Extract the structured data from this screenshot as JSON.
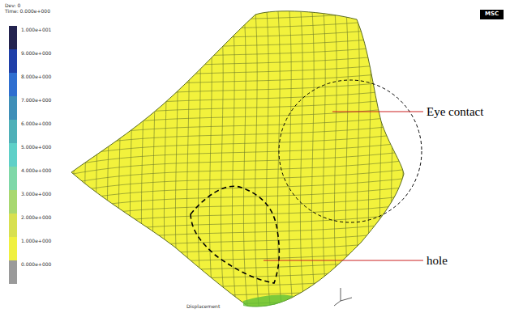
{
  "diagram": {
    "labels": [
      "Eye contact",
      "hole",
      "MSC",
      "Dev: 0",
      "Time: 0.000e+000",
      "Displacement"
    ],
    "legend": [
      {
        "text": "1.000e+001",
        "color": "#23234f"
      },
      {
        "text": "9.000e+000",
        "color": "#1f3fa8"
      },
      {
        "text": "8.000e+000",
        "color": "#2f6fd0"
      },
      {
        "text": "7.000e+000",
        "color": "#3f8fb8"
      },
      {
        "text": "6.000e+000",
        "color": "#4fb0b8"
      },
      {
        "text": "5.000e+000",
        "color": "#5fd0c8"
      },
      {
        "text": "4.000e+000",
        "color": "#7fd8a8"
      },
      {
        "text": "3.000e+000",
        "color": "#a8d870"
      },
      {
        "text": "2.000e+000",
        "color": "#d8e050"
      },
      {
        "text": "1.000e+000",
        "color": "#f0f040"
      },
      {
        "text": "0.000e+000",
        "color": "#9a9a9a"
      }
    ]
  }
}
